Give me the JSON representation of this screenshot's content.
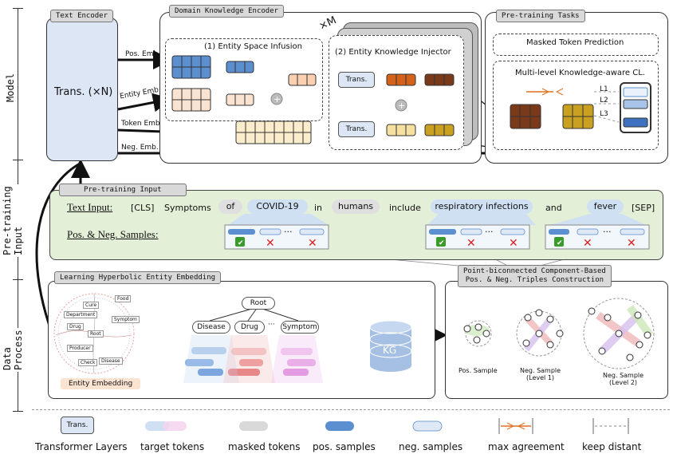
{
  "left_labels": {
    "model": "Model",
    "pretraining_input": "Pre-training\nInput",
    "data_process": "Data\nProcess"
  },
  "text_encoder": {
    "title": "Text Encoder",
    "trans_label": "Trans. (×N)"
  },
  "embeddings": {
    "pos": "Pos. Emb.",
    "entity": "Entity Emb.",
    "token": "Token Emb.",
    "neg": "Neg. Emb."
  },
  "dke": {
    "title": "Domain Knowledge Encoder",
    "space_infusion": "(1) Entity Space Infusion",
    "injector": "(2) Entity Knowledge  Injector",
    "repeat": "×M",
    "trans": "Trans."
  },
  "tasks": {
    "title": "Pre-training Tasks",
    "mtp": "Masked Token Prediction",
    "cl": "Multi-level Knowledge-aware CL.",
    "levels": [
      "L1",
      "L2",
      "L3"
    ]
  },
  "pretraining_input": {
    "title": "Pre-training Input",
    "text_label": "Text Input:",
    "samples_label": "Pos. & Neg. Samples:",
    "tokens": [
      "[CLS]",
      "Symptoms",
      "of",
      "COVID-19",
      "in",
      "humans",
      "include",
      "respiratory infections",
      "and",
      "fever",
      "[SEP]"
    ],
    "dots": "···"
  },
  "hyperbolic": {
    "title": "Learning Hyperbolic Entity Embedding",
    "root": "Root",
    "categories": [
      "Disease",
      "Drug",
      "···",
      "Symptom"
    ],
    "entity_embedding": "Entity Embedding",
    "kg": "KG",
    "ring_labels": [
      "Food",
      "Cure",
      "Department",
      "Symptom",
      "Drug",
      "Root",
      "Producer",
      "Check",
      "Disease"
    ]
  },
  "triples": {
    "title": "Point-biconnected Component-Based\nPos. & Neg. Triples Construction",
    "pos": "Pos. Sample",
    "neg1": "Neg. Sample\n(Level 1)",
    "neg2": "Neg. Sample\n(Level 2)"
  },
  "legend": {
    "items": [
      "Transformer Layers",
      "target tokens",
      "masked tokens",
      "pos. samples",
      "neg. samples",
      "max agreement",
      "keep distant"
    ],
    "trans": "Trans."
  },
  "colors": {
    "blue": "#5b8fd0",
    "peach": "#fbe3d2",
    "orange": "#d4621a",
    "brown": "#7a3a1a",
    "yellow": "#f6e0a0",
    "gold": "#c9a020",
    "green_bg": "#e3efd6",
    "check": "#3a9a2a",
    "cross": "#d62020"
  }
}
